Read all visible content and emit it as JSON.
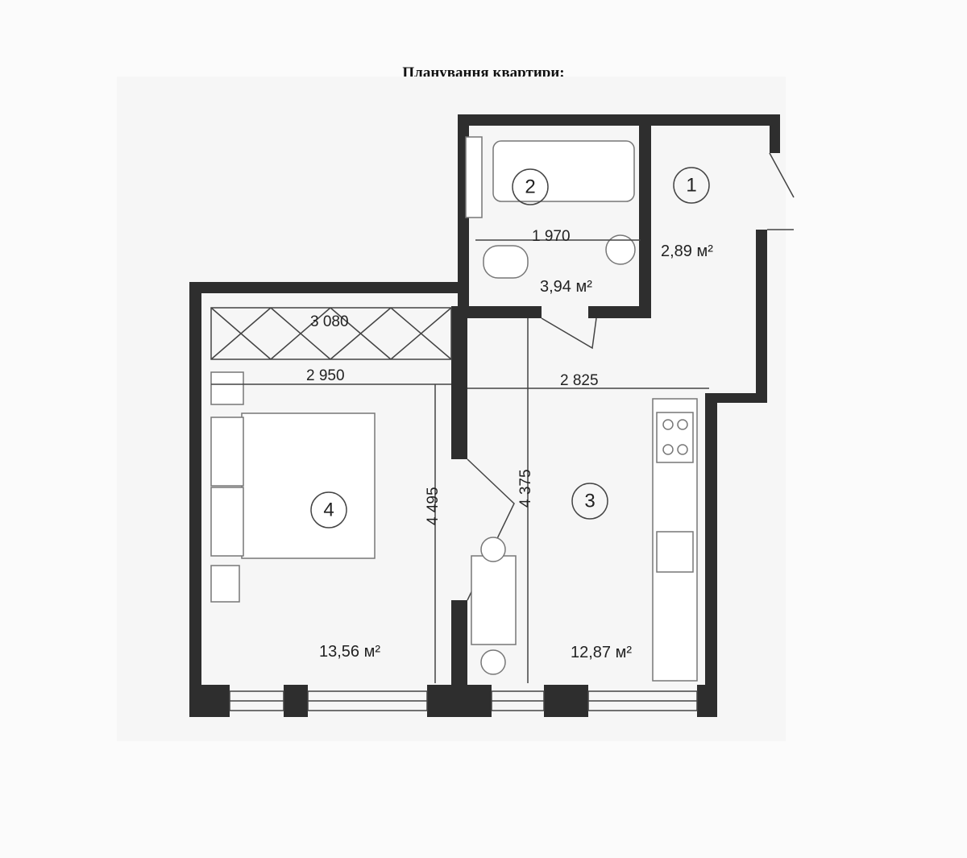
{
  "title": "Планування квартири:",
  "rooms": [
    {
      "number": "1",
      "area": "2,89 м²"
    },
    {
      "number": "2",
      "area": "3,94 м²"
    },
    {
      "number": "3",
      "area": "12,87 м²"
    },
    {
      "number": "4",
      "area": "13,56 м²"
    }
  ],
  "dimensions": {
    "bath_width": "1 970",
    "wardrobe_width": "3 080",
    "bedroom_width": "2 950",
    "kitchen_width": "2 825",
    "bedroom_length": "4 495",
    "kitchen_length": "4 375"
  },
  "colors": {
    "wall": "#2e2e2e",
    "background": "#fbfbfb"
  }
}
